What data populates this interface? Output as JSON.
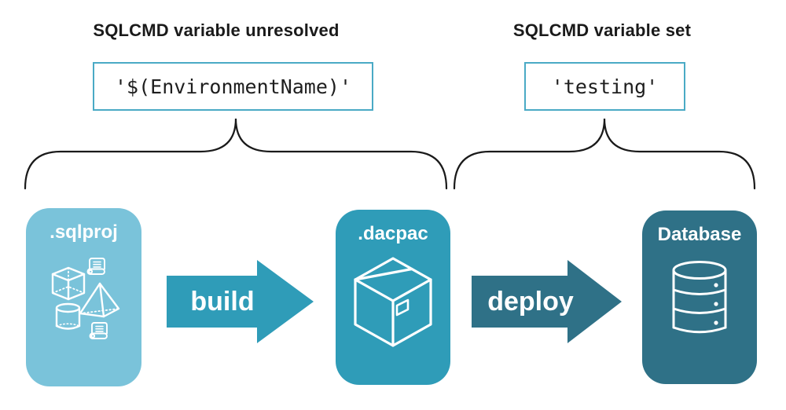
{
  "annotations": {
    "left": {
      "heading": "SQLCMD variable unresolved",
      "code": "'$(EnvironmentName)'"
    },
    "right": {
      "heading": "SQLCMD variable set",
      "code": "'testing'"
    }
  },
  "pipeline": {
    "nodes": [
      {
        "id": "sqlproj",
        "label": ".sqlproj",
        "color": "#7AC3DA",
        "icons": [
          "cube-icon",
          "scroll-icon",
          "pyramid-icon",
          "cylinder-icon",
          "scroll-icon"
        ]
      },
      {
        "id": "dacpac",
        "label": ".dacpac",
        "color": "#2F9CB8",
        "icons": [
          "package-icon"
        ]
      },
      {
        "id": "database",
        "label": "Database",
        "color": "#2F7187",
        "icons": [
          "database-icon"
        ]
      }
    ],
    "arrows": [
      {
        "label": "build",
        "color": "#2F9CB8"
      },
      {
        "label": "deploy",
        "color": "#2F7187"
      }
    ]
  },
  "colors": {
    "background": "#ffffff",
    "code_box_border": "#4AAAC5",
    "brace": "#1a1a1a",
    "heading_text": "#1a1a1a",
    "icon_stroke": "#ffffff"
  }
}
